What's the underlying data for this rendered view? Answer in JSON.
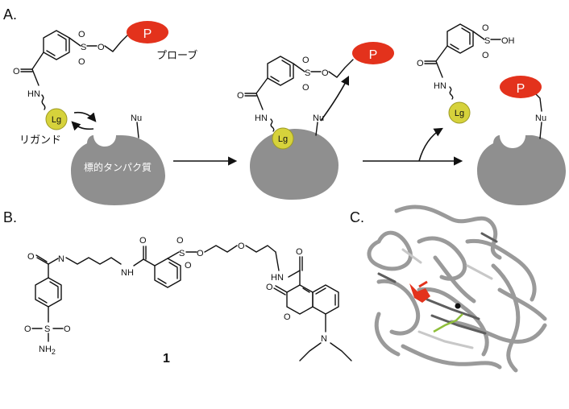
{
  "panels": {
    "a_label": "A.",
    "b_label": "B.",
    "c_label": "C."
  },
  "scheme": {
    "probe_symbol": "P",
    "probe_label": "プローブ",
    "ligand_symbol": "Lg",
    "ligand_label": "リガンド",
    "nucleophile": "Nu",
    "target_protein_label": "標的タンパク質",
    "sulfonate_oxygen": "O",
    "sulfur": "S",
    "amide_oxygen": "O",
    "amide_nh": "HN",
    "sulfonic_acid_oh": "OH"
  },
  "compound": {
    "id": "1",
    "atoms": {
      "amide_o": "O",
      "amide_n": "N",
      "h": "H",
      "sulfonyl_s": "S",
      "sulfonyl_o": "O",
      "nh2": "NH",
      "nh2_sub": "2",
      "hn": "HN",
      "ring_o": "O",
      "diethyl_n": "N"
    }
  },
  "colors": {
    "protein": "#8f8f8f",
    "ligand": "#d6d23b",
    "probe": "#e3321c",
    "ribbon": "#9a9a9a",
    "ligand_in_structure": "#e3321c",
    "stick": "#8fbf3a"
  },
  "icons": {
    "bound_equilibrium": "double-curved-arrow-icon",
    "reaction_arrow": "right-arrow-icon",
    "attack_arrow": "curved-arrow-icon"
  }
}
